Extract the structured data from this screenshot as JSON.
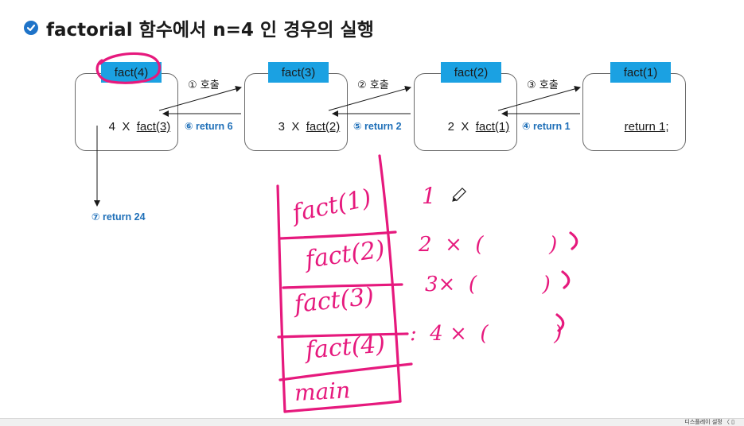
{
  "title": "factorial 함수에서 n=4 인 경우의 실행",
  "boxes": [
    {
      "label": "fact(4)",
      "prefix": "4  X  ",
      "call": "fact(3)"
    },
    {
      "label": "fact(3)",
      "prefix": "3  X  ",
      "call": "fact(2)"
    },
    {
      "label": "fact(2)",
      "prefix": "2  X  ",
      "call": "fact(1)"
    },
    {
      "label": "fact(1)",
      "prefix": "",
      "call": "return 1;"
    }
  ],
  "calls": [
    "① 호출",
    "② 호출",
    "③ 호출"
  ],
  "returns": [
    "⑥ return 6",
    "⑤ return 2",
    "④ return 1"
  ],
  "final_return": "⑦ return 24",
  "annotations": {
    "stack": [
      "fact(1)",
      "fact(2)",
      "fact(3)",
      "fact(4)",
      "main"
    ],
    "values": [
      "1",
      "2  ×  (          )",
      "3×  (          )",
      ":  4 ×  (          )"
    ]
  },
  "taskbar": {
    "text": "디스플레이 설정  〈  ▯"
  },
  "colors": {
    "accent": "#1e73c8",
    "label_bg": "#1ba1e2",
    "return_text": "#1e6fb8",
    "ink": "#e6197d"
  },
  "icons": [
    "check-circle-icon",
    "pencil-cursor-icon"
  ]
}
